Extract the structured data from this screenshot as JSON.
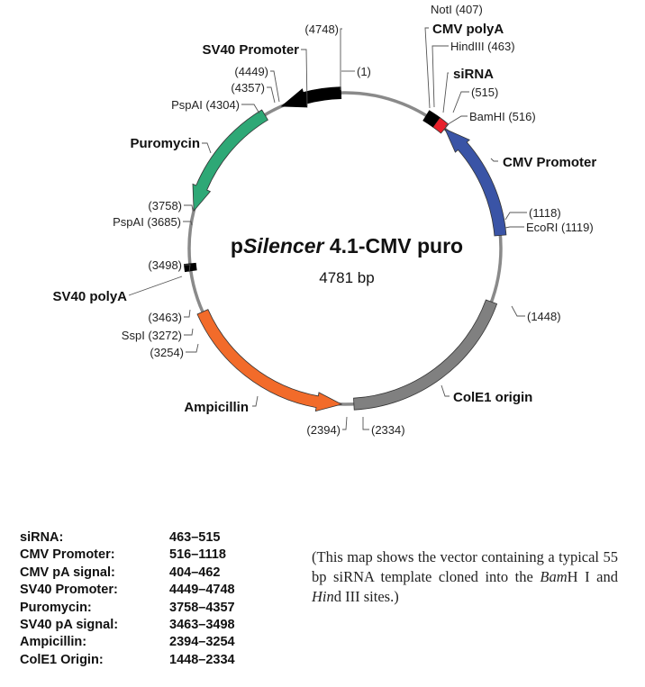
{
  "title": {
    "prefix": "p",
    "italic": "Silencer",
    "suffix": " 4.1-CMV puro"
  },
  "size": "4781 bp",
  "total_bp": 4781,
  "features": [
    {
      "id": "sv40-promoter",
      "name": "SV40 Promoter",
      "start": 4449,
      "end": 4748,
      "color": "#000000",
      "direction": "ccw",
      "arrow": true
    },
    {
      "id": "puromycin",
      "name": "Puromycin",
      "start": 3758,
      "end": 4357,
      "color": "#2ea876",
      "direction": "ccw",
      "arrow": true
    },
    {
      "id": "sv40-polya",
      "name": "SV40 polyA",
      "start": 3463,
      "end": 3498,
      "color": "#000000",
      "direction": "none",
      "arrow": false
    },
    {
      "id": "ampicillin",
      "name": "Ampicillin",
      "start": 2394,
      "end": 3254,
      "color": "#f26b2a",
      "direction": "ccw",
      "arrow": true
    },
    {
      "id": "cole1-origin",
      "name": "ColE1 origin",
      "start": 1448,
      "end": 2334,
      "color": "#808080",
      "direction": "none",
      "arrow": false
    },
    {
      "id": "cmv-promoter",
      "name": "CMV Promoter",
      "start": 516,
      "end": 1118,
      "color": "#3a54a6",
      "direction": "ccw",
      "arrow": true
    },
    {
      "id": "sirna",
      "name": "siRNA",
      "start": 463,
      "end": 515,
      "color": "#e8202a",
      "direction": "none",
      "arrow": false
    },
    {
      "id": "cmv-polya",
      "name": "CMV polyA",
      "start": 404,
      "end": 462,
      "color": "#000000",
      "direction": "none",
      "arrow": false
    }
  ],
  "labels": {
    "sv40_promoter": "SV40 Promoter",
    "puromycin": "Puromycin",
    "sv40_polya": "SV40 polyA",
    "ampicillin": "Ampicillin",
    "cole1_origin": "ColE1 origin",
    "cmv_promoter": "CMV Promoter",
    "sirna": "siRNA",
    "cmv_polya": "CMV polyA"
  },
  "positions": {
    "p1": "(1)",
    "p4748": "(4748)",
    "p4449": "(4449)",
    "p4357": "(4357)",
    "psp4304": "PspAI (4304)",
    "p3758": "(3758)",
    "psp3685": "PspAI (3685)",
    "p3498": "(3498)",
    "p3463": "(3463)",
    "ssp3272": "SspI (3272)",
    "p3254": "(3254)",
    "p2394": "(2394)",
    "p2334": "(2334)",
    "p1448": "(1448)",
    "p1118": "(1118)",
    "eco1119": "EcoRI (1119)",
    "bam516": "BamHI (516)",
    "p515": "(515)",
    "hind463": "HindIII (463)",
    "not407": "NotI (407)"
  },
  "feature_table": [
    {
      "name": "siRNA:",
      "range": "463–515"
    },
    {
      "name": "CMV Promoter:",
      "range": "516–1118"
    },
    {
      "name": "CMV pA signal:",
      "range": "404–462"
    },
    {
      "name": "SV40 Promoter:",
      "range": "4449–4748"
    },
    {
      "name": "Puromycin:",
      "range": "3758–4357"
    },
    {
      "name": "SV40 pA signal:",
      "range": "3463–3498"
    },
    {
      "name": "Ampicillin:",
      "range": "2394–3254"
    },
    {
      "name": "ColE1 Origin:",
      "range": "1448–2334"
    }
  ],
  "caption": {
    "part1": "(This map shows the vector containing a typical 55 bp siRNA template cloned into the ",
    "bam": "Bam",
    "part2": "H I and ",
    "hin": "Hin",
    "part3": "d III sites.)"
  }
}
